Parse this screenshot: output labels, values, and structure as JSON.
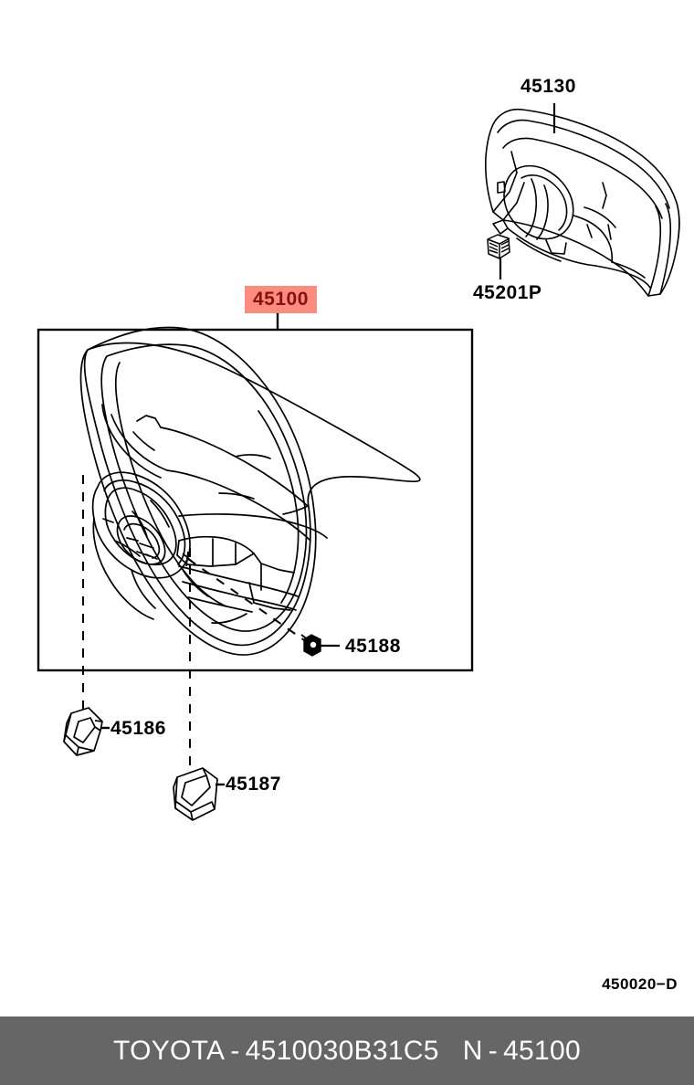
{
  "diagram": {
    "figure_code": "450020−D",
    "main_box": {
      "label": "45100",
      "highlighted": true,
      "highlight_color": "#fa8b7e",
      "highlight_text_color": "#8a1010"
    },
    "callouts": [
      {
        "id": "45130",
        "label": "45130",
        "part": "steering-wheel-pad",
        "leader": "vertical"
      },
      {
        "id": "45201P",
        "label": "45201P",
        "part": "pad-screw",
        "leader": "vertical"
      },
      {
        "id": "45100",
        "label": "45100",
        "part": "steering-wheel-assembly",
        "leader": "vertical"
      },
      {
        "id": "45188",
        "label": "45188",
        "part": "wheel-screw",
        "leader": "horizontal"
      },
      {
        "id": "45186",
        "label": "45186",
        "part": "switch-hole-cover-left",
        "leader": "horizontal"
      },
      {
        "id": "45187",
        "label": "45187",
        "part": "switch-hole-cover-right",
        "leader": "horizontal"
      }
    ]
  },
  "footer": {
    "brand": "TOYOTA",
    "dash_1": "-",
    "part_number": "4510030B31C5",
    "group_prefix": "N",
    "dash_2": "-",
    "group_number": "45100",
    "background_color": "#666666",
    "text_color": "#ffffff"
  }
}
